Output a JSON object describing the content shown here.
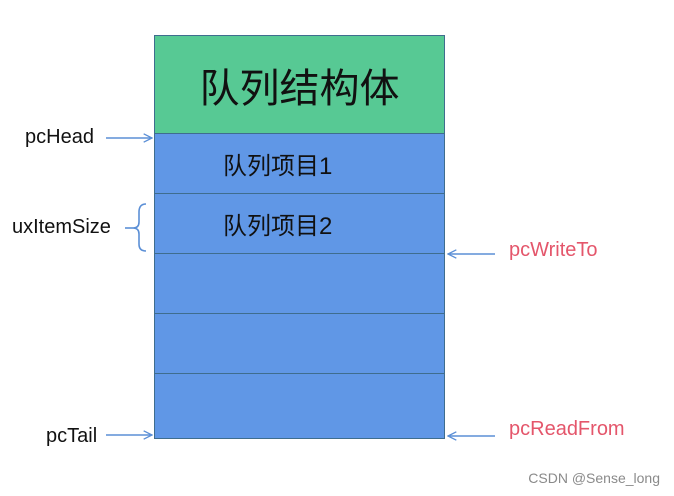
{
  "diagram": {
    "header": "队列结构体",
    "rows": [
      "队列项目1",
      "队列项目2",
      "",
      "",
      ""
    ],
    "labels": {
      "pc_head": "pcHead",
      "ux_item_size": "uxItemSize",
      "pc_tail": "pcTail",
      "pc_write_to": "pcWriteTo",
      "pc_read_from": "pcReadFrom"
    }
  },
  "watermark": "CSDN @Sense_long",
  "colors": {
    "header_fill": "#57c994",
    "row_fill": "#6097e6",
    "border": "#3f6d8e",
    "arrow": "#5b8fd6",
    "pointer_text_red": "#e4566b"
  }
}
